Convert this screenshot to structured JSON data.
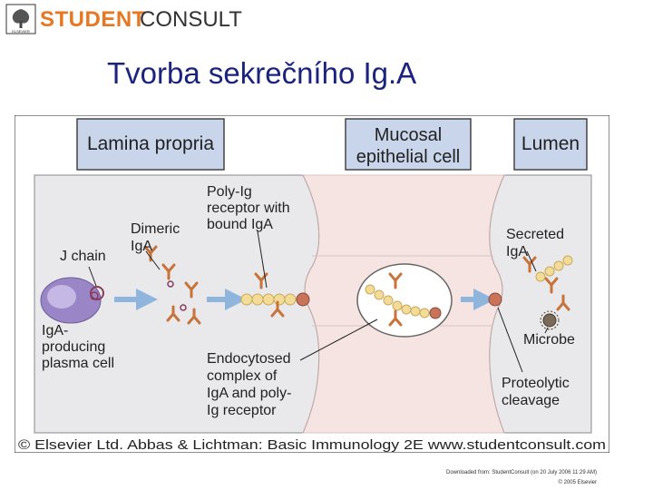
{
  "header": {
    "logo_left": "STUDENT",
    "logo_right": "CONSULT",
    "publisher_mark": "ELSEVIER"
  },
  "slide": {
    "title": "Tvorba sekrečního Ig.A"
  },
  "figure": {
    "headers": {
      "lamina": "Lamina propria",
      "mucosal_1": "Mucosal",
      "mucosal_2": "epithelial cell",
      "lumen": "Lumen"
    },
    "labels": {
      "j_chain": "J chain",
      "dimeric_1": "Dimeric",
      "dimeric_2": "IgA",
      "poly_1": "Poly-Ig",
      "poly_2": "receptor with",
      "poly_3": "bound IgA",
      "secreted_1": "Secreted",
      "secreted_2": "IgA",
      "plasma_1": "IgA-",
      "plasma_2": "producing",
      "plasma_3": "plasma cell",
      "endo_1": "Endocytosed",
      "endo_2": "complex of",
      "endo_3": "IgA and poly-",
      "endo_4": "Ig receptor",
      "microbe": "Microbe",
      "proteo_1": "Proteolytic",
      "proteo_2": "cleavage"
    },
    "copyright": "© Elsevier Ltd. Abbas & Lichtman: Basic Immunology 2E www.studentconsult.com"
  },
  "footer": {
    "line1": "Downloaded from: StudentConsult (on 20 July 2006 11:29 AM)",
    "line2": "© 2005 Elsevier"
  },
  "colors": {
    "title": "#1a237e",
    "header_box": "#c9d5ea",
    "membrane": "#f6e4e2",
    "antibody": "#c8733a",
    "arrow": "#8fb5dc",
    "chain_bead": "#f2dc98",
    "plasma_cell": "#9a86c6"
  }
}
